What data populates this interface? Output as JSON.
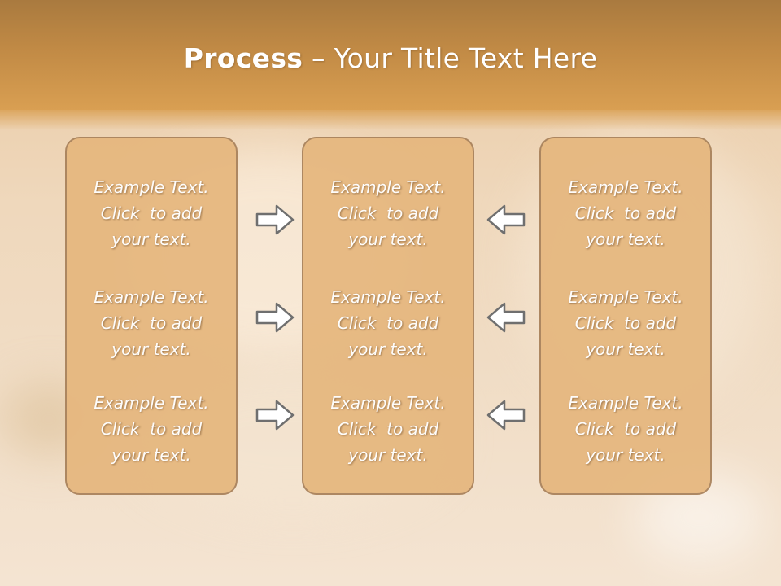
{
  "title": {
    "bold": "Process",
    "rest": " – Your Title Text Here"
  },
  "columns": [
    {
      "items": [
        {
          "line1": "Example Text.",
          "line2": "Click  to add",
          "line3": "your text."
        },
        {
          "line1": "Example Text.",
          "line2": "Click  to add",
          "line3": "your text."
        },
        {
          "line1": "Example Text.",
          "line2": "Click  to add",
          "line3": "your text."
        }
      ]
    },
    {
      "items": [
        {
          "line1": "Example Text.",
          "line2": "Click  to add",
          "line3": "your text."
        },
        {
          "line1": "Example Text.",
          "line2": "Click  to add",
          "line3": "your text."
        },
        {
          "line1": "Example Text.",
          "line2": "Click  to add",
          "line3": "your text."
        }
      ]
    },
    {
      "items": [
        {
          "line1": "Example Text.",
          "line2": "Click  to add",
          "line3": "your text."
        },
        {
          "line1": "Example Text.",
          "line2": "Click  to add",
          "line3": "your text."
        },
        {
          "line1": "Example Text.",
          "line2": "Click  to add",
          "line3": "your text."
        }
      ]
    }
  ],
  "colors": {
    "header": "#c18a45",
    "card_fill": "#e6b77e",
    "card_border": "#a8815a",
    "arrow_fill": "#ffffff",
    "arrow_stroke": "#6f6f6f"
  },
  "icons": {
    "right_arrow": "arrow-right-icon",
    "left_arrow": "arrow-left-icon"
  }
}
